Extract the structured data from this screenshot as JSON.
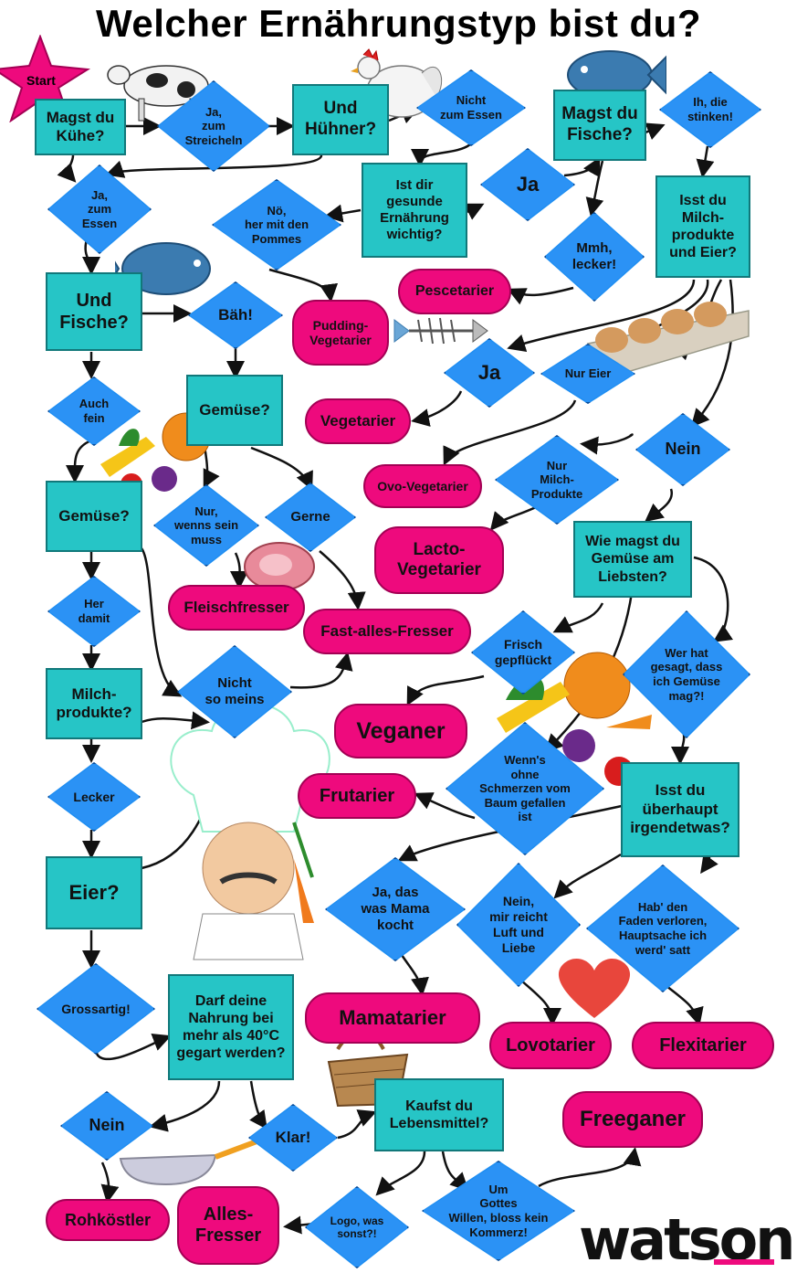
{
  "title": "Welcher Ernährungstyp bist du?",
  "start": "Start",
  "logo": "watson",
  "colors": {
    "question": "#26c5c6",
    "answer": "#1f8ef2",
    "result": "#ee0a7d"
  },
  "questions": {
    "kuehe": "Magst du\nKühe?",
    "huehner": "Und\nHühner?",
    "fische1": "Magst du\nFische?",
    "gesund": "Ist dir\ngesunde\nErnährung\nwichtig?",
    "milch_eier": "Isst du\nMilch-\nprodukte\nund Eier?",
    "fische2": "Und\nFische?",
    "gemuese1": "Gemüse?",
    "gemuese2": "Gemüse?",
    "gemuese_wie": "Wie magst du\nGemüse am\nLiebsten?",
    "milchprodukte": "Milch-\nprodukte?",
    "eier": "Eier?",
    "ueberhaupt": "Isst du\nüberhaupt\nirgendetwas?",
    "gegart": "Darf deine\nNahrung bei\nmehr als 40°C\ngegart werden?",
    "lebensmittel": "Kaufst du\nLebensmittel?"
  },
  "answers": {
    "streicheln": "Ja,\nzum\nStreicheln",
    "nicht_essen": "Nicht\nzum Essen",
    "stinken": "Ih, die\nstinken!",
    "ja_essen": "Ja,\nzum\nEssen",
    "pommes": "Nö,\nher mit den\nPommes",
    "ja1": "Ja",
    "lecker_mmh": "Mmh,\nlecker!",
    "baeh": "Bäh!",
    "ja2": "Ja",
    "nur_eier": "Nur Eier",
    "auch_fein": "Auch\nfein",
    "nein1": "Nein",
    "nur_milch": "Nur\nMilch-\nProdukte",
    "nur_wenns": "Nur,\nwenns sein\nmuss",
    "gerne": "Gerne",
    "her_damit": "Her\ndamit",
    "frisch": "Frisch\ngepflückt",
    "wer_hat": "Wer hat\ngesagt, dass\nich Gemüse\nmag?!",
    "nicht_meins": "Nicht\nso meins",
    "lecker": "Lecker",
    "wenns_schmerzen": "Wenn's\nohne\nSchmerzen vom\nBaum gefallen\nist",
    "mama": "Ja, das\nwas Mama\nkocht",
    "luft": "Nein,\nmir reicht\nLuft und\nLiebe",
    "faden": "Hab' den\nFaden verloren,\nHauptsache ich\nwerd' satt",
    "grossartig": "Grossartig!",
    "nein2": "Nein",
    "klar": "Klar!",
    "logo_was": "Logo, was\nsonst?!",
    "kommerz": "Um\nGottes\nWillen, bloss kein\nKommerz!"
  },
  "results": {
    "pescetarier": "Pescetarier",
    "pudding": "Pudding-\nVegetarier",
    "vegetarier": "Vegetarier",
    "ovo": "Ovo-Vegetarier",
    "lacto": "Lacto-\nVegetarier",
    "fleischfresser": "Fleischfresser",
    "fast_alles": "Fast-alles-Fresser",
    "veganer": "Veganer",
    "frutarier": "Frutarier",
    "mamatarier": "Mamatarier",
    "lovotarier": "Lovotarier",
    "flexitarier": "Flexitarier",
    "freeganer": "Freeganer",
    "rohkoestler": "Rohköstler",
    "alles_fresser": "Alles-\nFresser"
  }
}
